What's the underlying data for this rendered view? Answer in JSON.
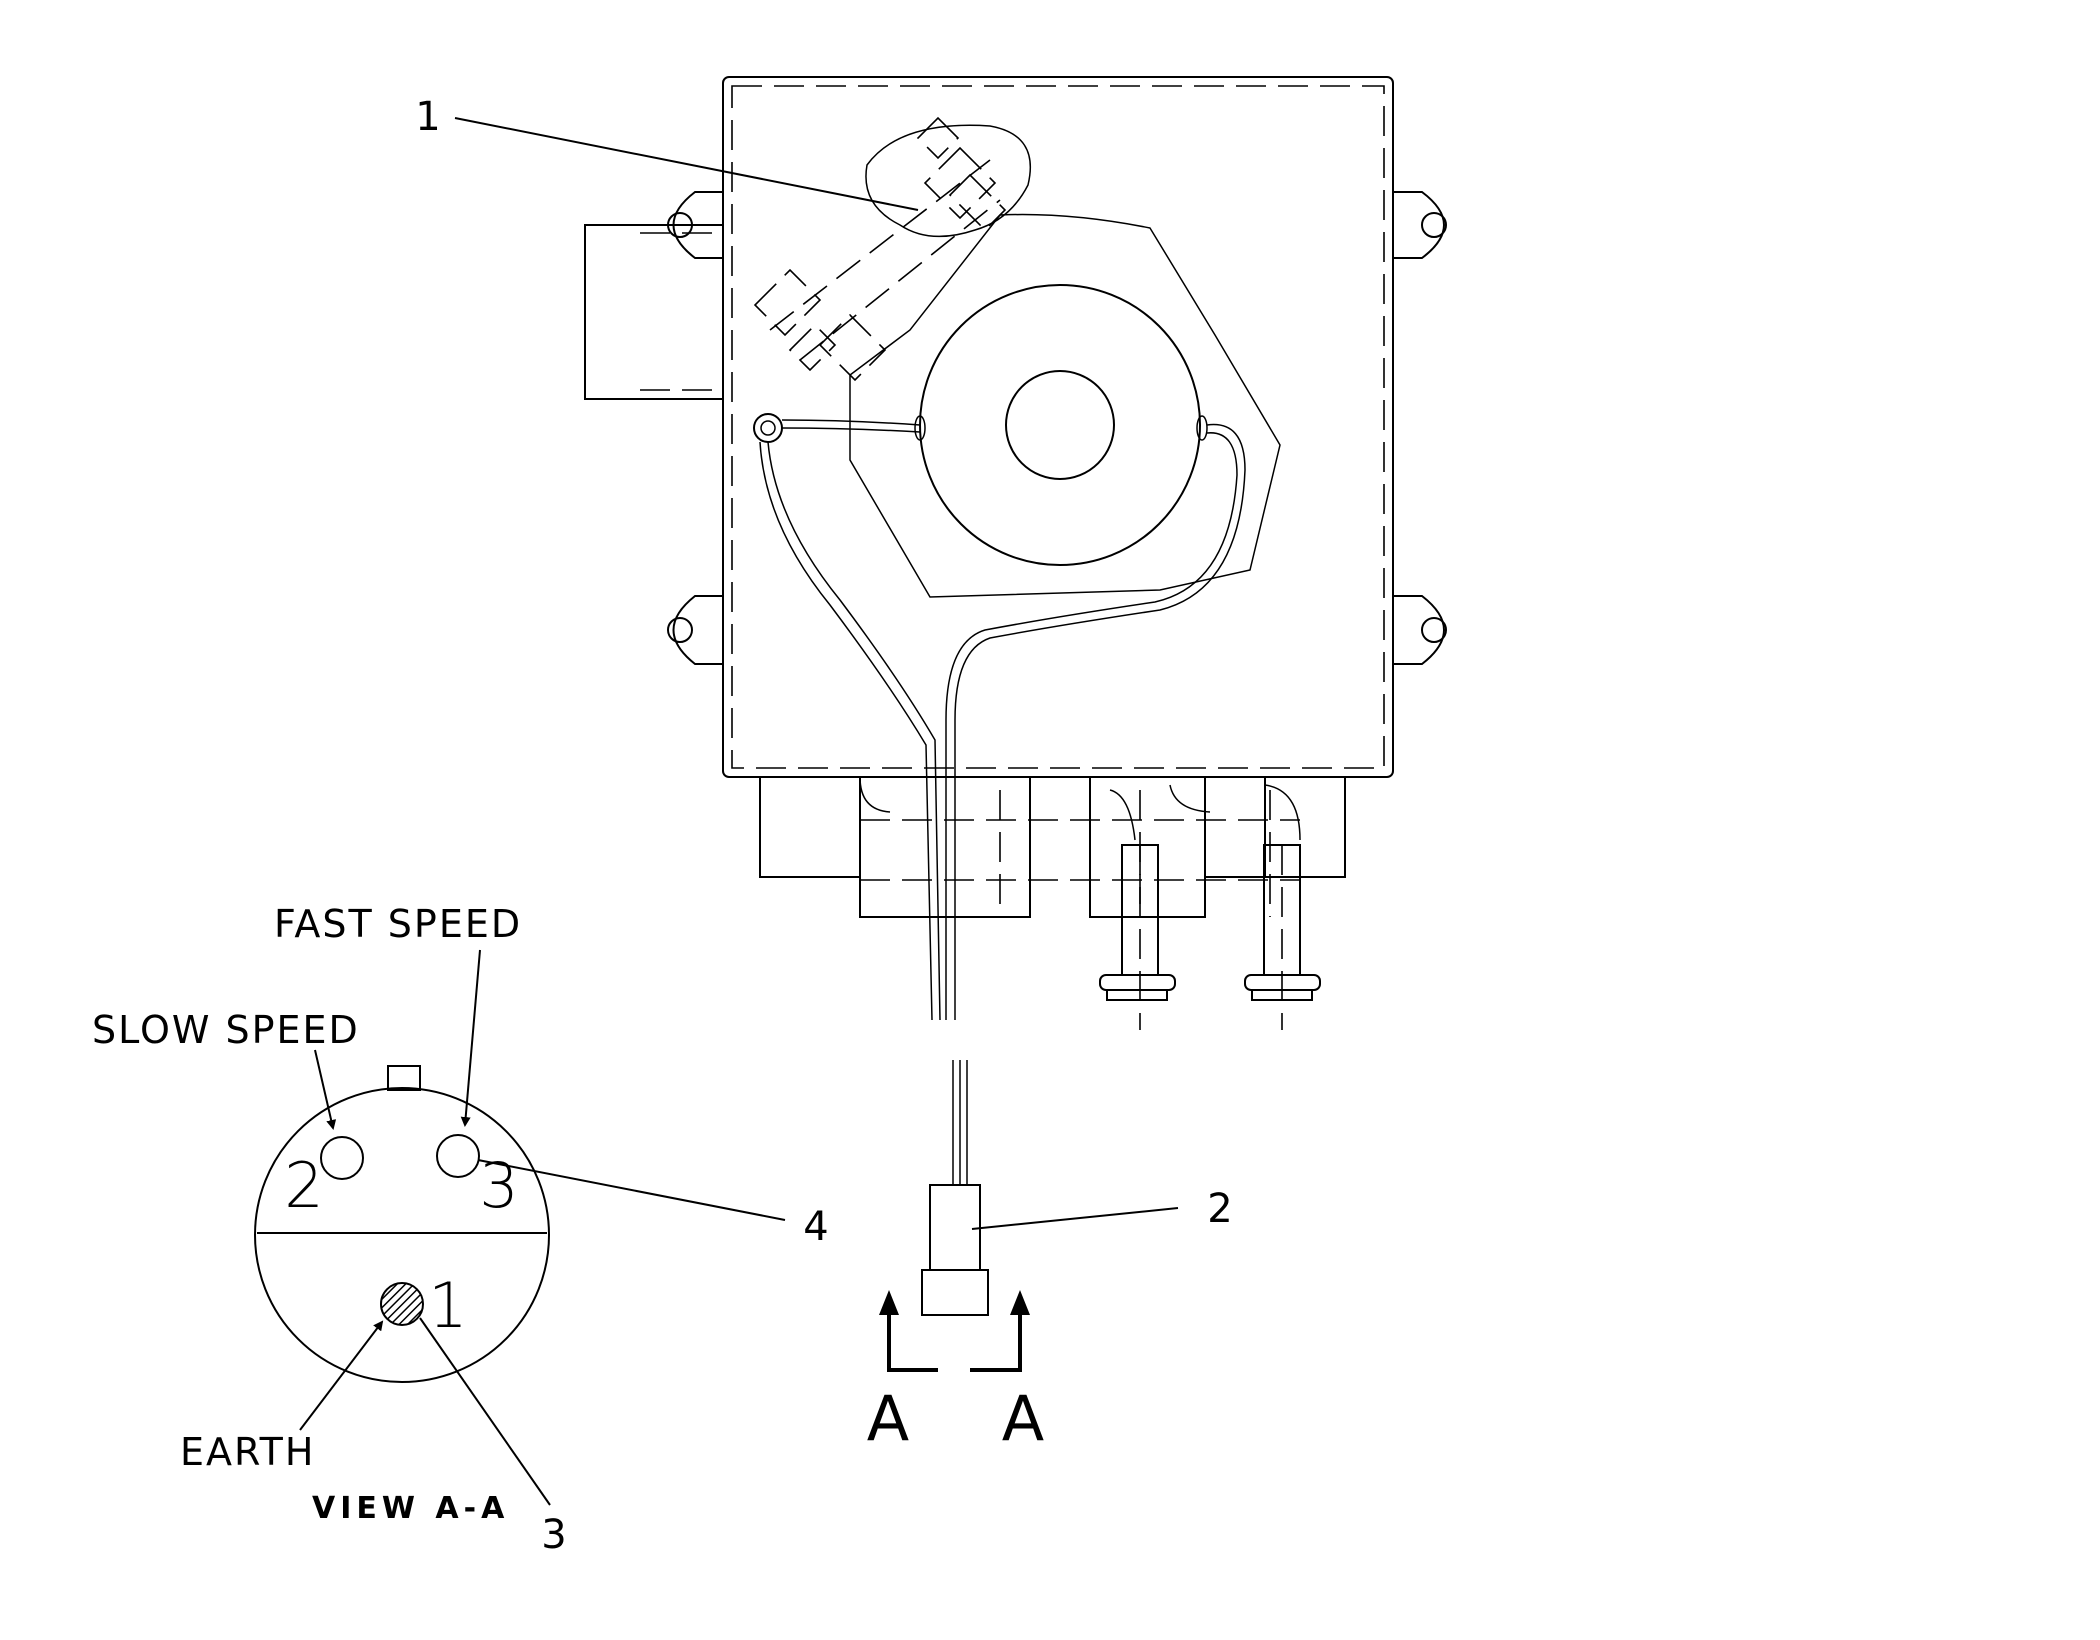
{
  "callouts": {
    "c1": "1",
    "c2": "2",
    "c3": "3",
    "c4": "4"
  },
  "labels": {
    "fast_speed": "FAST SPEED",
    "slow_speed": "SLOW SPEED",
    "earth": "EARTH",
    "view": "VIEW A-A"
  },
  "section_marks": {
    "left": "A",
    "right": "A"
  },
  "connector_pins": {
    "pin1": "1",
    "pin2": "2",
    "pin3": "3"
  }
}
